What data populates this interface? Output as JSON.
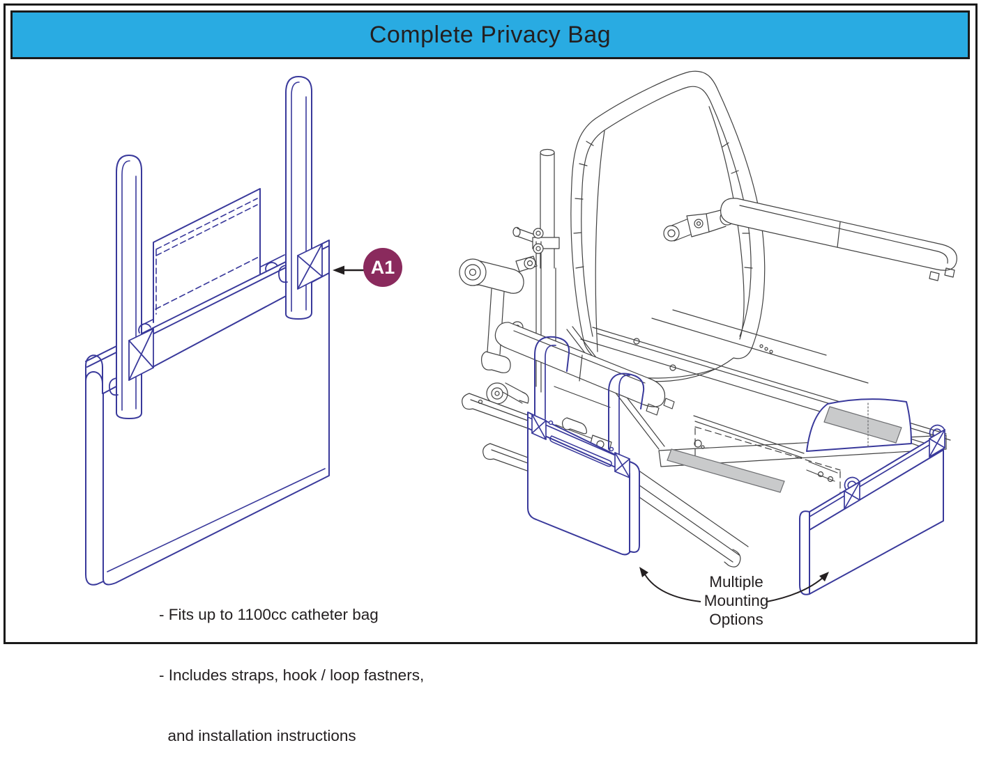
{
  "header": {
    "title": "Complete Privacy Bag"
  },
  "callout": {
    "label": "A1"
  },
  "product": {
    "features": [
      "- Fits up to 1100cc catheter bag",
      "- Includes straps, hook / loop fastners,",
      "  and installation instructions"
    ]
  },
  "mounting_note": {
    "line1": "Multiple",
    "line2": "Mounting",
    "line3": "Options"
  },
  "illustrations": {
    "left": "privacy-bag-with-straps-line-drawing",
    "right": "seat-base-with-two-mounted-privacy-bags"
  },
  "colors": {
    "accent_cyan": "#29ABE2",
    "line_blue": "#39399B",
    "line_gray": "#404040",
    "badge_plum": "#8A2A5D",
    "text_dark": "#231F20",
    "velcro_gray": "#C9CACB",
    "border_black": "#1A1A1A"
  }
}
